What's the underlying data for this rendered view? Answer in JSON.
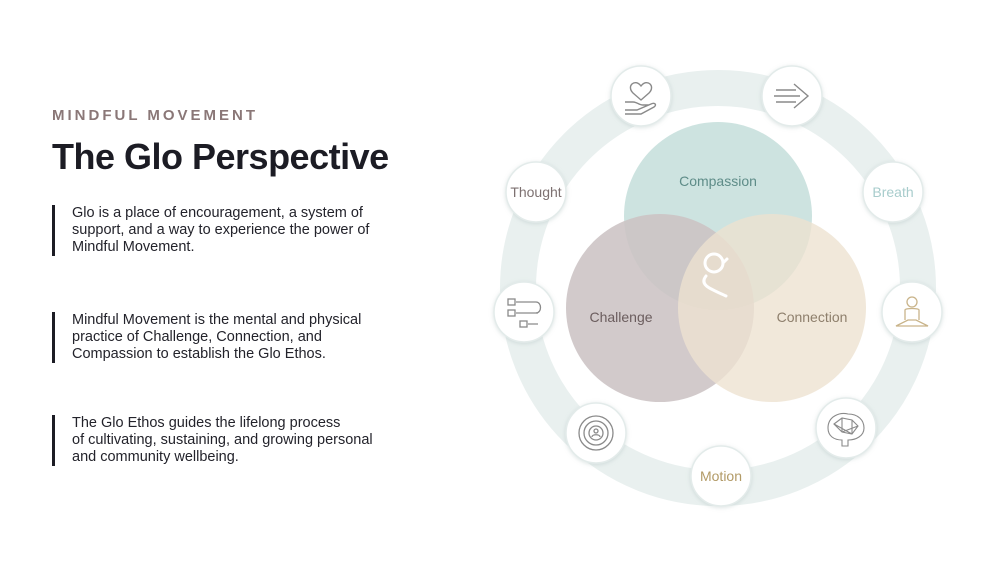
{
  "header": {
    "eyebrow": "MINDFUL MOVEMENT",
    "title": "The Glo Perspective"
  },
  "paragraphs": [
    {
      "lines": [
        "Glo is a place of encouragement, a system of",
        "support, and a way to experience the power of",
        "Mindful Movement."
      ]
    },
    {
      "lines": [
        "Mindful Movement is the mental and physical",
        "practice of Challenge, Connection, and",
        "Compassion to establish the Glo Ethos."
      ]
    },
    {
      "lines": [
        "The Glo Ethos guides the lifelong process",
        "of cultivating, sustaining, and growing personal",
        "and community wellbeing."
      ]
    }
  ],
  "venn": {
    "compassion": "Compassion",
    "challenge": "Challenge",
    "connection": "Connection"
  },
  "ring_nodes": {
    "thought": "Thought",
    "breath": "Breath",
    "motion": "Motion"
  },
  "icons": {
    "top_left": "heart-hand-icon",
    "top_right": "arrows-right-icon",
    "right": "meditation-icon",
    "bottom_right": "brain-network-icon",
    "bottom_left": "person-target-icon",
    "left": "checklist-icon"
  },
  "colors": {
    "compassion": "#c4dedb",
    "challenge": "#cdc4c5",
    "connection": "#ede2d1",
    "ring": "#e9f0ef",
    "title": "#1c1c24",
    "eyebrow": "#8a7777",
    "motion_text": "#b29a66",
    "breath_text": "#a8cccc"
  }
}
